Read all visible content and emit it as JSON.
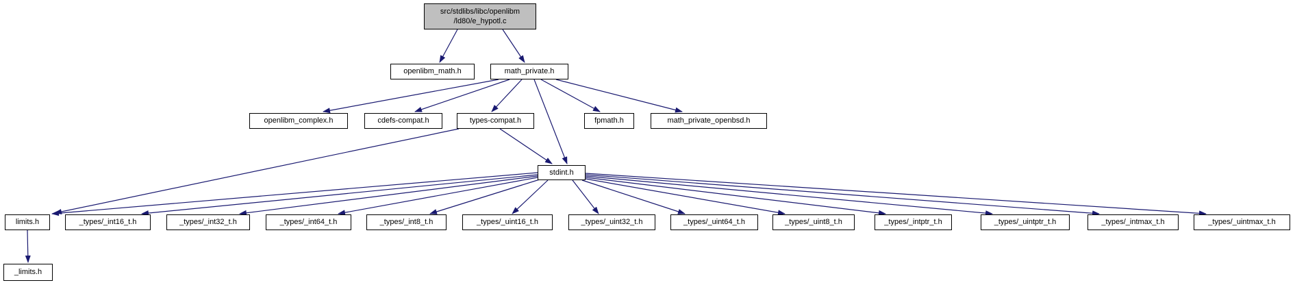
{
  "colors": {
    "background": "#ffffff",
    "edge": "#191970",
    "node_border": "#000000",
    "node_fill": "#ffffff",
    "root_fill": "#bfbfbf",
    "text": "#000000"
  },
  "nodes": {
    "root": {
      "label": "src/stdlibs/libc/openlibm\n/ld80/e_hypotl.c"
    },
    "openlibm_math": {
      "label": "openlibm_math.h"
    },
    "math_private": {
      "label": "math_private.h"
    },
    "openlibm_complex": {
      "label": "openlibm_complex.h"
    },
    "cdefs_compat": {
      "label": "cdefs-compat.h"
    },
    "types_compat": {
      "label": "types-compat.h"
    },
    "fpmath": {
      "label": "fpmath.h"
    },
    "math_private_openbsd": {
      "label": "math_private_openbsd.h"
    },
    "stdint": {
      "label": "stdint.h"
    },
    "limits": {
      "label": "limits.h"
    },
    "int16": {
      "label": "_types/_int16_t.h"
    },
    "int32": {
      "label": "_types/_int32_t.h"
    },
    "int64": {
      "label": "_types/_int64_t.h"
    },
    "int8": {
      "label": "_types/_int8_t.h"
    },
    "uint16": {
      "label": "_types/_uint16_t.h"
    },
    "uint32": {
      "label": "_types/_uint32_t.h"
    },
    "uint64": {
      "label": "_types/_uint64_t.h"
    },
    "uint8": {
      "label": "_types/_uint8_t.h"
    },
    "intptr": {
      "label": "_types/_intptr_t.h"
    },
    "uintptr": {
      "label": "_types/_uintptr_t.h"
    },
    "intmax": {
      "label": "_types/_intmax_t.h"
    },
    "uintmax": {
      "label": "_types/_uintmax_t.h"
    },
    "limits_impl": {
      "label": "_limits.h"
    }
  },
  "edges": [
    {
      "from": "root",
      "to": "openlibm_math"
    },
    {
      "from": "root",
      "to": "math_private"
    },
    {
      "from": "math_private",
      "to": "openlibm_complex"
    },
    {
      "from": "math_private",
      "to": "cdefs_compat"
    },
    {
      "from": "math_private",
      "to": "types_compat"
    },
    {
      "from": "math_private",
      "to": "fpmath"
    },
    {
      "from": "math_private",
      "to": "math_private_openbsd"
    },
    {
      "from": "math_private",
      "to": "stdint"
    },
    {
      "from": "types_compat",
      "to": "stdint"
    },
    {
      "from": "types_compat",
      "to": "limits"
    },
    {
      "from": "stdint",
      "to": "limits"
    },
    {
      "from": "stdint",
      "to": "int16"
    },
    {
      "from": "stdint",
      "to": "int32"
    },
    {
      "from": "stdint",
      "to": "int64"
    },
    {
      "from": "stdint",
      "to": "int8"
    },
    {
      "from": "stdint",
      "to": "uint16"
    },
    {
      "from": "stdint",
      "to": "uint32"
    },
    {
      "from": "stdint",
      "to": "uint64"
    },
    {
      "from": "stdint",
      "to": "uint8"
    },
    {
      "from": "stdint",
      "to": "intptr"
    },
    {
      "from": "stdint",
      "to": "uintptr"
    },
    {
      "from": "stdint",
      "to": "intmax"
    },
    {
      "from": "stdint",
      "to": "uintmax"
    },
    {
      "from": "limits",
      "to": "limits_impl"
    }
  ]
}
